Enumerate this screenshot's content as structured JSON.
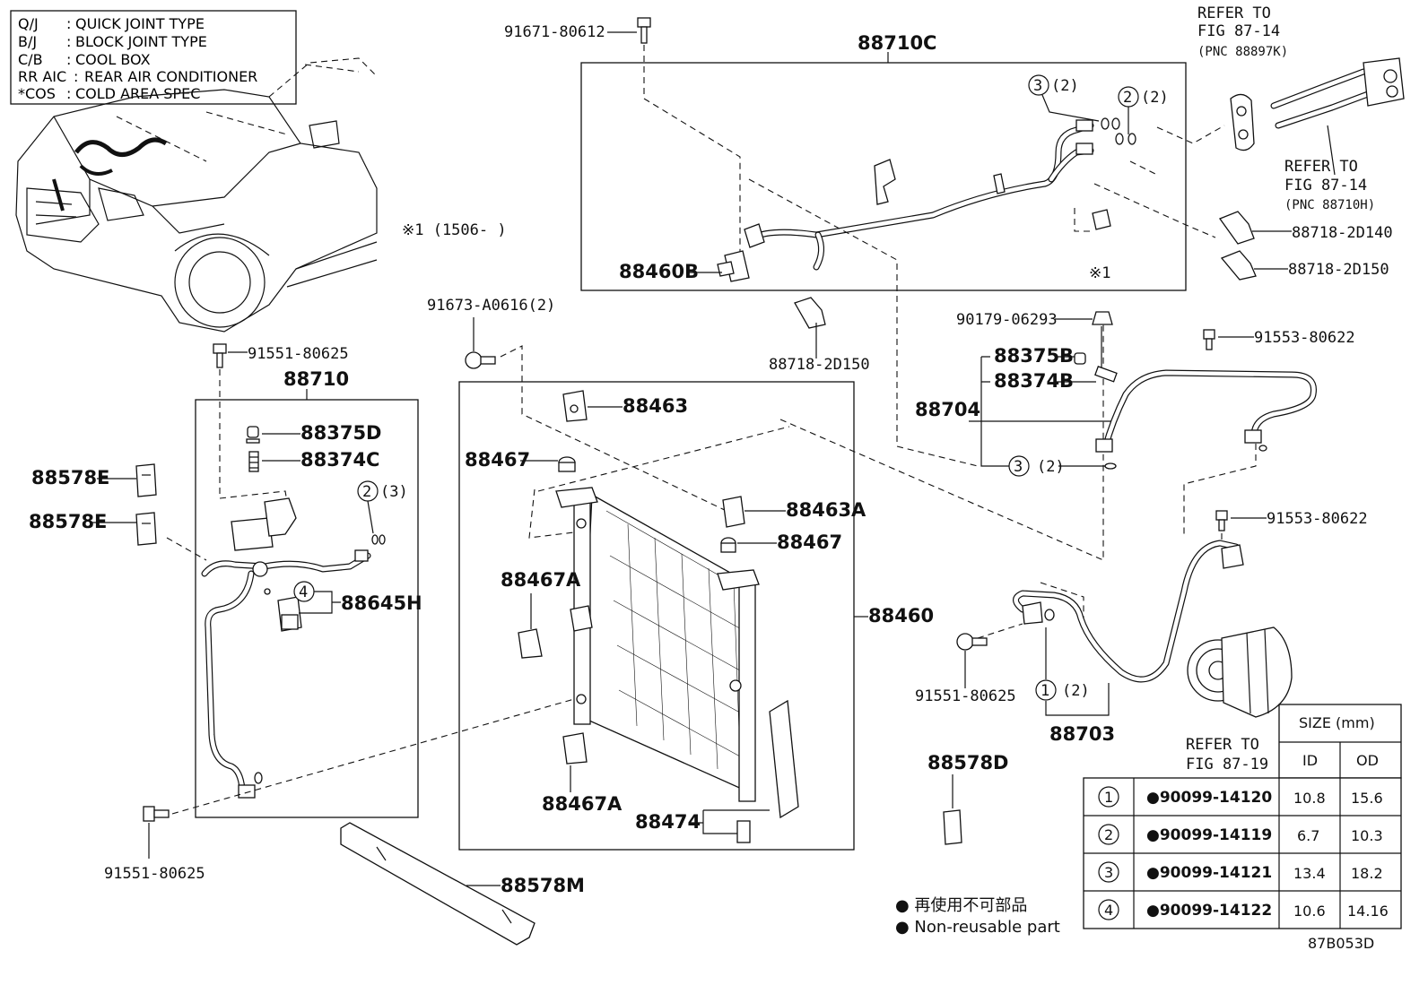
{
  "legend": [
    {
      "abbr": "Q/J",
      "sep": ":",
      "text": "QUICK JOINT TYPE"
    },
    {
      "abbr": "B/J",
      "sep": ":",
      "text": "BLOCK JOINT TYPE"
    },
    {
      "abbr": "C/B",
      "sep": ":",
      "text": "COOL BOX"
    },
    {
      "abbr": "RR AIC",
      "sep": ":",
      "text": "REAR AIR CONDITIONER"
    },
    {
      "abbr": "*COS",
      "sep": ":",
      "text": "COLD AREA SPEC"
    }
  ],
  "note_1506": "※1 (1506-        )",
  "star_1": "※1",
  "parts": {
    "p91671_80612": "91671-80612",
    "p88710C": "88710C",
    "p88460B": "88460B",
    "p88718_2D150_mid": "88718-2D150",
    "p88718_2D140": "88718-2D140",
    "p88718_2D150_right": "88718-2D150",
    "p91673_A0616": "91673-A0616(2)",
    "p91551_80625_top": "91551-80625",
    "p88710": "88710",
    "p88375D": "88375D",
    "p88374C": "88374C",
    "p88578E_a": "88578E",
    "p88578E_b": "88578E",
    "p88645H": "88645H",
    "p91551_80625_bottom": "91551-80625",
    "p88578M": "88578M",
    "p88463": "88463",
    "p88467_a": "88467",
    "p88463A": "88463A",
    "p88467_b": "88467",
    "p88467A_a": "88467A",
    "p88467A_b": "88467A",
    "p88474": "88474",
    "p88460": "88460",
    "p90179_06293": "90179-06293",
    "p88375B": "88375B",
    "p88374B": "88374B",
    "p88704": "88704",
    "p91553_80622_a": "91553-80622",
    "p91553_80622_b": "91553-80622",
    "p91551_80625_right": "91551-80625",
    "p88703": "88703",
    "p88578D": "88578D"
  },
  "refers": {
    "r1_line1": "REFER TO",
    "r1_line2": "FIG 87-14",
    "r1_line3": "(PNC 88897K)",
    "r2_line1": "REFER TO",
    "r2_line2": "FIG 87-14",
    "r2_line3": "(PNC 88710H)",
    "r3_line1": "REFER TO",
    "r3_line2": "FIG 87-19"
  },
  "callouts": {
    "c3_top": "3",
    "c3_top_qty": "(2)",
    "c2_top": "2",
    "c2_top_qty": "(2)",
    "c2_left": "2",
    "c2_left_qty": "(3)",
    "c4_left": "4",
    "c3_right": "3",
    "c3_right_qty": "(2)",
    "c1_right": "1",
    "c1_right_qty": "(2)"
  },
  "size_table": {
    "title": "SIZE (mm)",
    "col_id": "ID",
    "col_od": "OD",
    "rows": [
      {
        "num": "1",
        "part": "●90099-14120",
        "id": "10.8",
        "od": "15.6"
      },
      {
        "num": "2",
        "part": "●90099-14119",
        "id": "6.7",
        "od": "10.3"
      },
      {
        "num": "3",
        "part": "●90099-14121",
        "id": "13.4",
        "od": "18.2"
      },
      {
        "num": "4",
        "part": "●90099-14122",
        "id": "10.6",
        "od": "14.16"
      }
    ]
  },
  "footnote": {
    "jp": "● 再使用不可部品",
    "en": "● Non-reusable part"
  },
  "figure_code": "87B053D"
}
